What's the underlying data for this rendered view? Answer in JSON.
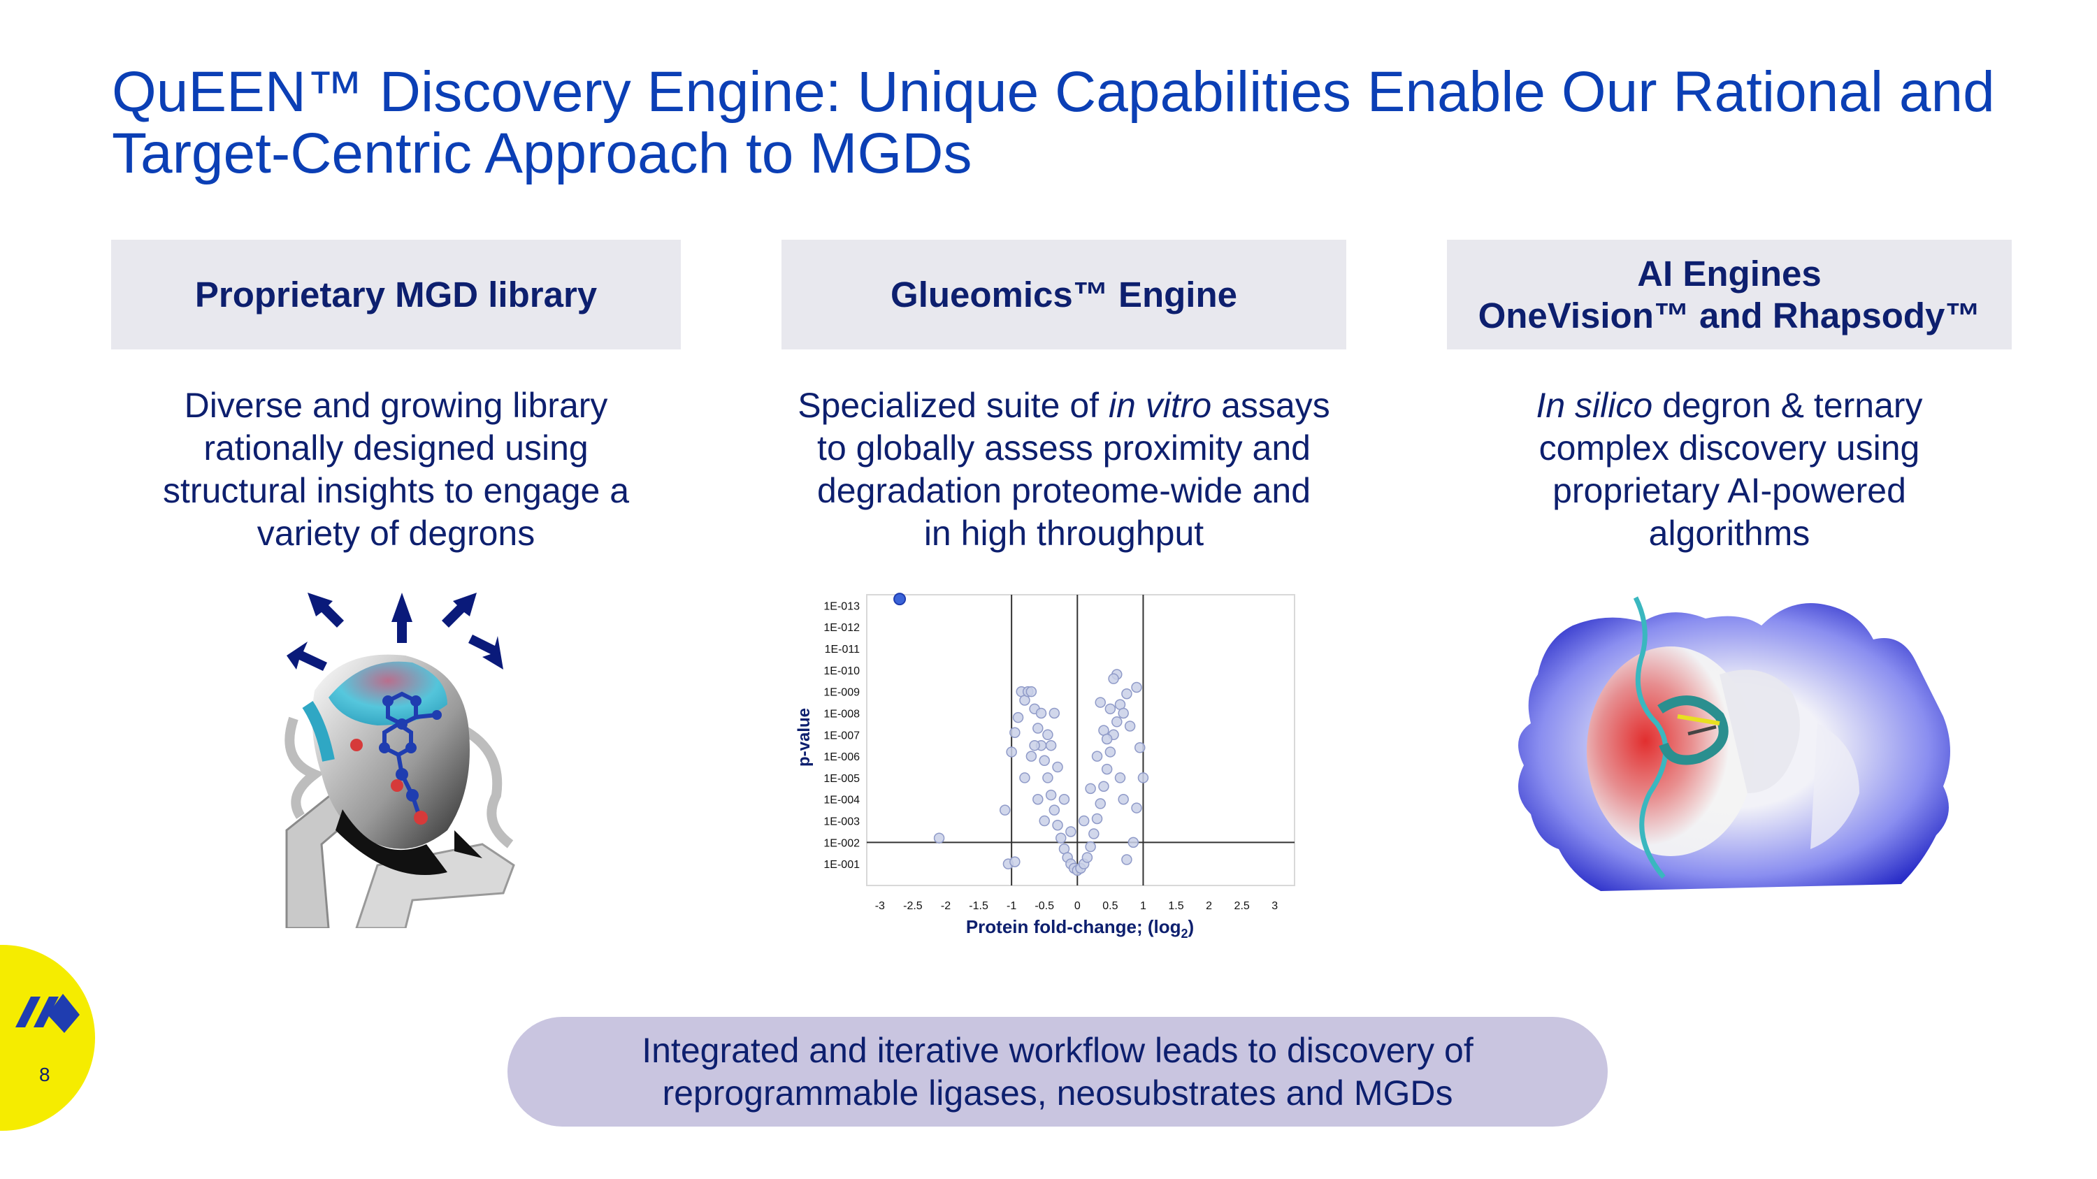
{
  "title": {
    "line1": "QuEEN™ Discovery Engine: Unique Capabilities Enable Our Rational and",
    "line2": "Target-Centric Approach to MGDs"
  },
  "columns": [
    {
      "heading": [
        "Proprietary MGD library"
      ],
      "description": [
        "Diverse and growing library",
        "rationally designed using",
        "structural insights to engage a",
        "variety of degrons"
      ]
    },
    {
      "heading": [
        "Glueomics™ Engine"
      ],
      "description_line1": {
        "before": "Specialized suite of ",
        "italic": "in vitro",
        "after": " assays"
      },
      "description": [
        "to globally assess proximity and",
        "degradation proteome-wide and",
        "in high throughput"
      ]
    },
    {
      "heading": [
        "AI Engines",
        "OneVision™ and Rhapsody™"
      ],
      "description_line1": {
        "italic": "In silico",
        "after": " degron & ternary"
      },
      "description": [
        "complex discovery using",
        "proprietary AI-powered",
        "algorithms"
      ]
    }
  ],
  "banner": [
    "Integrated and iterative workflow leads to discovery of",
    "reprogrammable ligases, neosubstrates and MGDs"
  ],
  "page_number": "8",
  "colors": {
    "title": "#0b3fb5",
    "text": "#0d1f6e",
    "header_bg": "#e8e8ee",
    "banner_bg": "#c9c5e0",
    "logo_bg": "#f5ec00",
    "point_fill": "#c9d0e8",
    "highlight_point": "#3a63d8"
  },
  "icons": {
    "logo": "company-logo-icon",
    "molecule": "molecule-structure-illustration",
    "protein": "protein-surface-illustration"
  },
  "chart_data": {
    "type": "scatter",
    "title": "",
    "xlabel": "Protein fold-change; (log",
    "xlabel_sub": "2",
    "xlabel_close": ")",
    "ylabel": "p-value",
    "xlim": [
      -3.2,
      3.3
    ],
    "x_ticks": [
      "-3",
      "-2.5",
      "-2",
      "-1.5",
      "-1",
      "-0.5",
      "0",
      "0.5",
      "1",
      "1.5",
      "2",
      "2.5",
      "3"
    ],
    "y_ticks": [
      "1E-013",
      "1E-012",
      "1E-011",
      "1E-010",
      "1E-009",
      "1E-008",
      "1E-007",
      "1E-006",
      "1E-005",
      "1E-004",
      "1E-003",
      "1E-002",
      "1E-001"
    ],
    "ylim_neglog10": [
      0,
      13.5
    ],
    "threshold_lines": {
      "x": [
        -1,
        0,
        1
      ],
      "y_neglog10": 2
    },
    "highlight_point": {
      "x": -2.7,
      "y_neglog10": 13.3
    },
    "points": [
      [
        -2.1,
        2.2
      ],
      [
        -1.05,
        1
      ],
      [
        -0.95,
        1.1
      ],
      [
        -1.1,
        3.5
      ],
      [
        -1.0,
        6.2
      ],
      [
        -0.95,
        7.1
      ],
      [
        -0.9,
        7.8
      ],
      [
        -0.85,
        9.0
      ],
      [
        -0.8,
        8.6
      ],
      [
        -0.75,
        9.0
      ],
      [
        -0.7,
        9.0
      ],
      [
        -0.65,
        8.2
      ],
      [
        -0.6,
        7.3
      ],
      [
        -0.55,
        6.5
      ],
      [
        -0.5,
        5.8
      ],
      [
        -0.45,
        5.0
      ],
      [
        -0.4,
        4.2
      ],
      [
        -0.35,
        3.5
      ],
      [
        -0.3,
        2.8
      ],
      [
        -0.25,
        2.2
      ],
      [
        -0.2,
        1.7
      ],
      [
        -0.15,
        1.3
      ],
      [
        -0.1,
        1.0
      ],
      [
        -0.05,
        0.8
      ],
      [
        0.0,
        0.7
      ],
      [
        0.05,
        0.8
      ],
      [
        0.1,
        1.0
      ],
      [
        0.15,
        1.3
      ],
      [
        0.2,
        1.8
      ],
      [
        0.25,
        2.4
      ],
      [
        0.3,
        3.1
      ],
      [
        0.35,
        3.8
      ],
      [
        0.4,
        4.6
      ],
      [
        0.45,
        5.4
      ],
      [
        0.5,
        6.2
      ],
      [
        0.55,
        7.0
      ],
      [
        0.6,
        7.6
      ],
      [
        0.65,
        8.4
      ],
      [
        0.7,
        8.0
      ],
      [
        0.75,
        8.9
      ],
      [
        0.6,
        9.8
      ],
      [
        0.55,
        9.6
      ],
      [
        0.9,
        9.2
      ],
      [
        0.95,
        6.4
      ],
      [
        1.0,
        5.0
      ],
      [
        0.9,
        3.6
      ],
      [
        0.85,
        2.0
      ],
      [
        0.75,
        1.2
      ],
      [
        -0.8,
        5.0
      ],
      [
        -0.7,
        6.0
      ],
      [
        -0.6,
        4.0
      ],
      [
        -0.5,
        3.0
      ],
      [
        -0.45,
        7.0
      ],
      [
        -0.55,
        8.0
      ],
      [
        0.4,
        7.2
      ],
      [
        0.5,
        8.2
      ],
      [
        0.3,
        6.0
      ],
      [
        0.2,
        4.5
      ],
      [
        -0.3,
        5.5
      ],
      [
        -0.2,
        4.0
      ],
      [
        0.1,
        3.0
      ],
      [
        -0.1,
        2.5
      ],
      [
        0.65,
        5.0
      ],
      [
        0.7,
        4.0
      ],
      [
        -0.65,
        6.5
      ],
      [
        -0.35,
        8.0
      ],
      [
        0.35,
        8.5
      ],
      [
        0.45,
        6.8
      ],
      [
        -0.4,
        6.5
      ],
      [
        0.8,
        7.4
      ]
    ]
  }
}
